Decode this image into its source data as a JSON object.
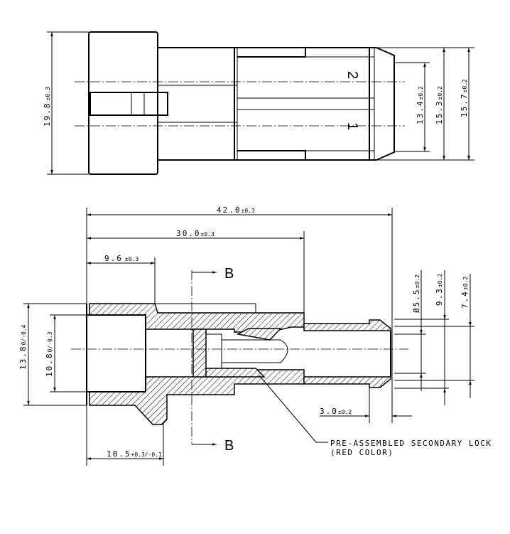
{
  "top_view": {
    "dims": {
      "height_19_8": {
        "value": "19.8",
        "tol": "±0.3"
      },
      "d_13_4": {
        "value": "13.4",
        "tol": "±0.2"
      },
      "d_15_3": {
        "value": "15.3",
        "tol": "±0.2"
      },
      "d_15_7": {
        "value": "15.7",
        "tol": "±0.2"
      }
    },
    "cavity_labels": [
      "2",
      "1"
    ]
  },
  "section_view": {
    "dims": {
      "length_42_0": {
        "value": "42.0",
        "tol": "±0.3"
      },
      "length_30_0": {
        "value": "30.0",
        "tol": "±0.3"
      },
      "length_9_6": {
        "value": "9.6",
        "tol": "±0.3"
      },
      "length_10_5": {
        "value": "10.5",
        "tol": "+0.3/-0.1"
      },
      "d_13_8": {
        "value": "13.8",
        "tol": "0/-0.4"
      },
      "d_10_8": {
        "value": "10.8",
        "tol": "0/-0.3"
      },
      "d_5_5": {
        "value": "Ø5.5",
        "tol": "±0.2"
      },
      "d_9_3": {
        "value": "9.3",
        "tol": "±0.2"
      },
      "d_7_4": {
        "value": "7.4",
        "tol": "±0.2"
      },
      "length_3_0": {
        "value": "3.0",
        "tol": "±0.2"
      }
    },
    "section_label": "B",
    "note_line1": "PRE-ASSEMBLED SECONDARY LOCK",
    "note_line2": "(RED COLOR)"
  }
}
